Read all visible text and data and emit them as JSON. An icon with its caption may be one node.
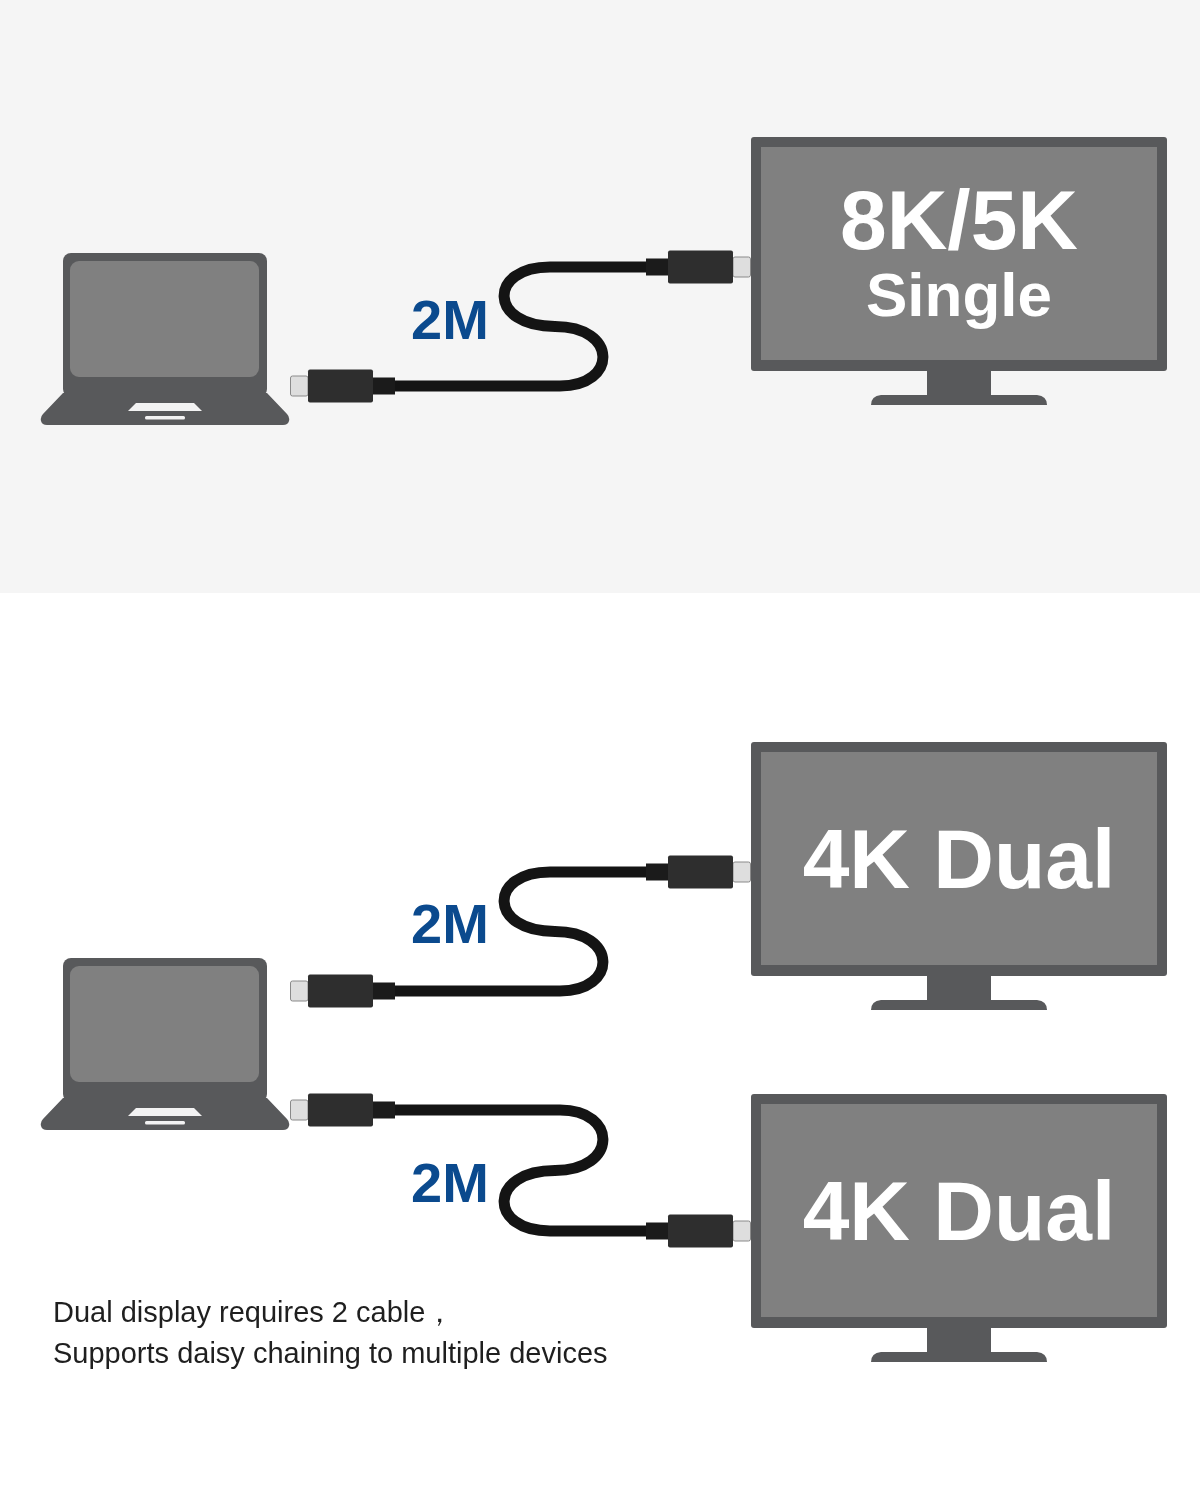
{
  "diagram": {
    "nodes": [
      {
        "text": [],
        "shape": "picture"
      },
      {
        "text": [
          "8K/5K",
          "Single"
        ]
      },
      {
        "text": [],
        "shape": "picture"
      },
      {
        "text": [
          "4K Dual"
        ]
      },
      {
        "text": [
          "4K Dual"
        ]
      }
    ],
    "edges": [
      {
        "from": 0,
        "to": 1,
        "arrow": "other",
        "label": "2M"
      },
      {
        "from": 2,
        "to": 3,
        "arrow": "other",
        "label": "2M"
      },
      {
        "from": 2,
        "to": 4,
        "arrow": "other",
        "label": "2M"
      }
    ],
    "labels": [
      "Dual display requires 2 cable，",
      "Supports daisy chaining to multiple devices"
    ]
  }
}
